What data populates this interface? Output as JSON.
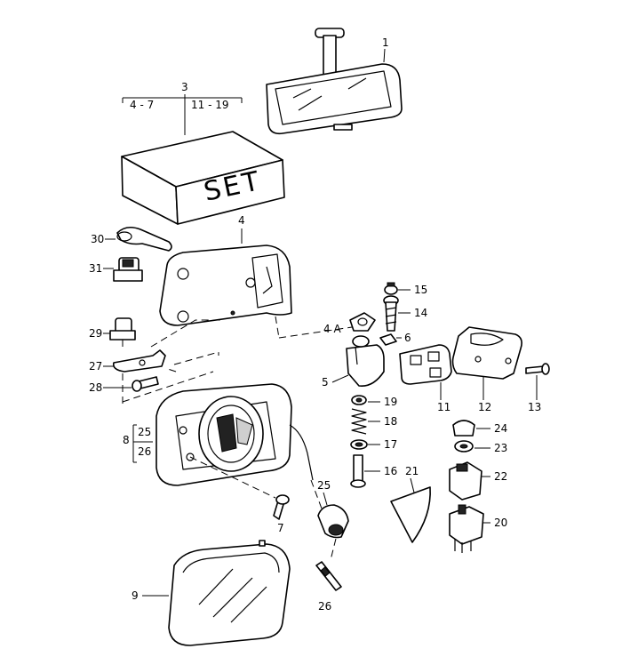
{
  "box_text": "SET",
  "set_group": {
    "number": "3",
    "range_a": "4 - 7",
    "range_b": "11 - 19"
  },
  "bracket_group": {
    "number": "8",
    "top": "25",
    "bottom": "26"
  },
  "labels": {
    "p1": "1",
    "p4": "4",
    "p4a": "4 A",
    "p5": "5",
    "p6": "6",
    "p7": "7",
    "p9": "9",
    "p11": "11",
    "p12": "12",
    "p13": "13",
    "p14": "14",
    "p15": "15",
    "p16": "16",
    "p17": "17",
    "p18": "18",
    "p19": "19",
    "p20": "20",
    "p21": "21",
    "p22": "22",
    "p23": "23",
    "p24": "24",
    "p25": "25",
    "p26": "26",
    "p27": "27",
    "p28": "28",
    "p29": "29",
    "p30": "30",
    "p31": "31"
  }
}
